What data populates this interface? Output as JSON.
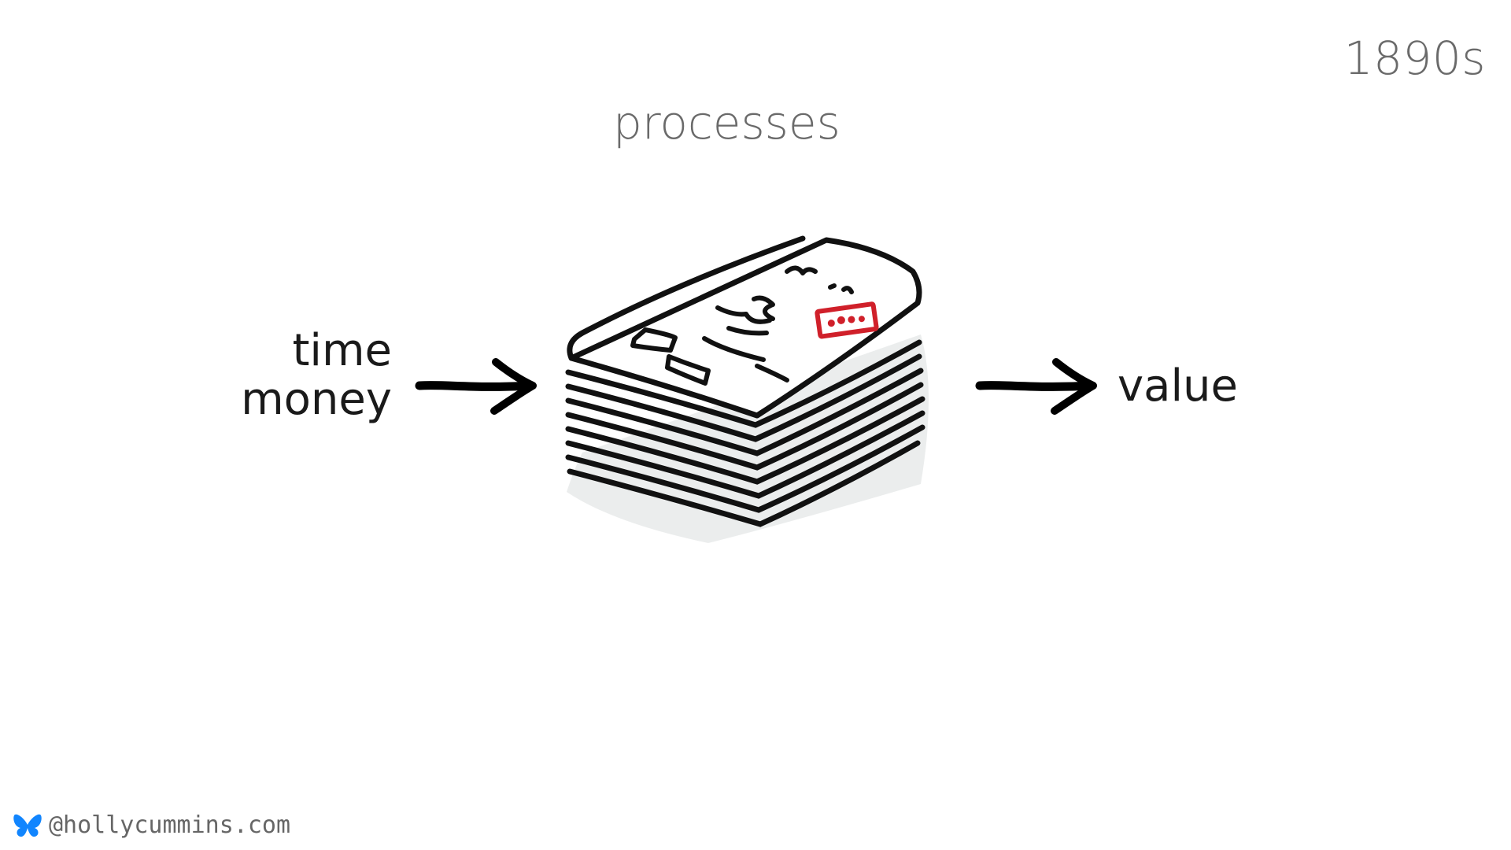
{
  "slide": {
    "era": "1890s",
    "title": "processes",
    "inputs": [
      "time",
      "money"
    ],
    "output": "value"
  },
  "footer": {
    "icon": "butterfly-icon",
    "handle": "@hollycummins.com"
  },
  "colors": {
    "text_dark": "#1a1a1a",
    "text_grey": "#6a6a6a",
    "stamp_red": "#d0202a",
    "butterfly_blue": "#1185fe"
  }
}
